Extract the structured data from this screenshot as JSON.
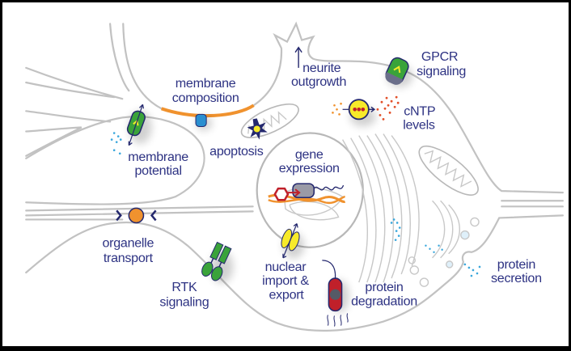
{
  "labels": {
    "membrane_composition": [
      "membrane",
      "composition"
    ],
    "neurite_outgrowth": [
      "neurite",
      "outgrowth"
    ],
    "gpcr_signaling": [
      "GPCR",
      "signaling"
    ],
    "cntp_levels": [
      "cNTP",
      "levels"
    ],
    "membrane_potential": [
      "membrane",
      "potential"
    ],
    "apoptosis": [
      "apoptosis"
    ],
    "gene_expression": [
      "gene",
      "expression"
    ],
    "organelle_transport": [
      "organelle",
      "transport"
    ],
    "rtk_signaling": [
      "RTK",
      "signaling"
    ],
    "nuclear_import_export": [
      "nuclear",
      "import &",
      "export"
    ],
    "protein_degradation": [
      "protein",
      "degradation"
    ],
    "protein_secretion": [
      "protein",
      "secretion"
    ]
  },
  "colors": {
    "text": "#2e3383",
    "outline": "#c2c2c2",
    "green": "#3aa33a",
    "orange": "#f0922e",
    "yellow": "#f7ea2a",
    "red": "#c0202a",
    "blue": "#2a8fd0",
    "navy": "#24286e"
  }
}
